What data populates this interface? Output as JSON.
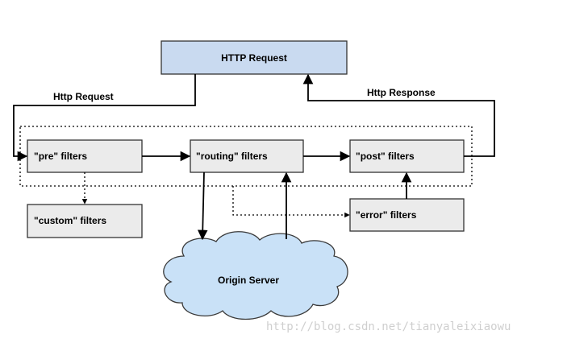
{
  "nodes": {
    "http_request_box": "HTTP Request",
    "pre_filters": "\"pre\" filters",
    "routing_filters": "\"routing\" filters",
    "post_filters": "\"post\" filters",
    "custom_filters": "\"custom\" filters",
    "error_filters": "\"error\" filters",
    "origin_server": "Origin Server"
  },
  "edge_labels": {
    "request": "Http Request",
    "response": "Http Response"
  },
  "watermark": "http://blog.csdn.net/tianyaleixiaowu",
  "colors": {
    "request_box_fill": "#c9daf0",
    "filter_box_fill": "#ebebeb",
    "cloud_fill": "#c9e1f7",
    "cloud_stroke": "#3a3a3a"
  }
}
